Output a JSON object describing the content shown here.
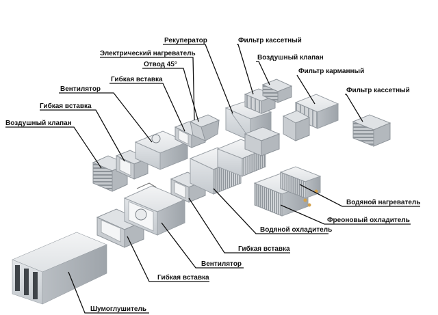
{
  "labels": {
    "vozdushny_klapan_left": "Воздушный клапан",
    "gibkaya_vstavka_1": "Гибкая вставка",
    "ventilyator_top": "Вентилятор",
    "gibkaya_vstavka_2": "Гибкая вставка",
    "elektricheskiy_nagrevatel": "Электрический нагреватель",
    "otvod": "Отвод 45°",
    "rekuperator": "Рекуператор",
    "filtr_kassetny_top": "Фильтр кассетный",
    "vozdushny_klapan_top": "Воздушный клапан",
    "filtr_karmanny": "Фильтр карманный",
    "filtr_kassetny_right": "Фильтр кассетный",
    "vodyanoy_nagrevatel": "Водяной нагреватель",
    "freonovy_okhladitel": "Фреоновый охладитель",
    "vodyanoy_okhladitel": "Водяной охладитель",
    "gibkaya_vstavka_3": "Гибкая вставка",
    "ventilyator_bottom": "Вентилятор",
    "gibkaya_vstavka_4": "Гибкая вставка",
    "shumoglushitel": "Шумоглушитель"
  },
  "colors": {
    "metal_light": "#e4e6e8",
    "metal_mid": "#c9cdd1",
    "metal_dark": "#a3a8ad",
    "leader_line": "#111111",
    "label_text": "#111111"
  }
}
